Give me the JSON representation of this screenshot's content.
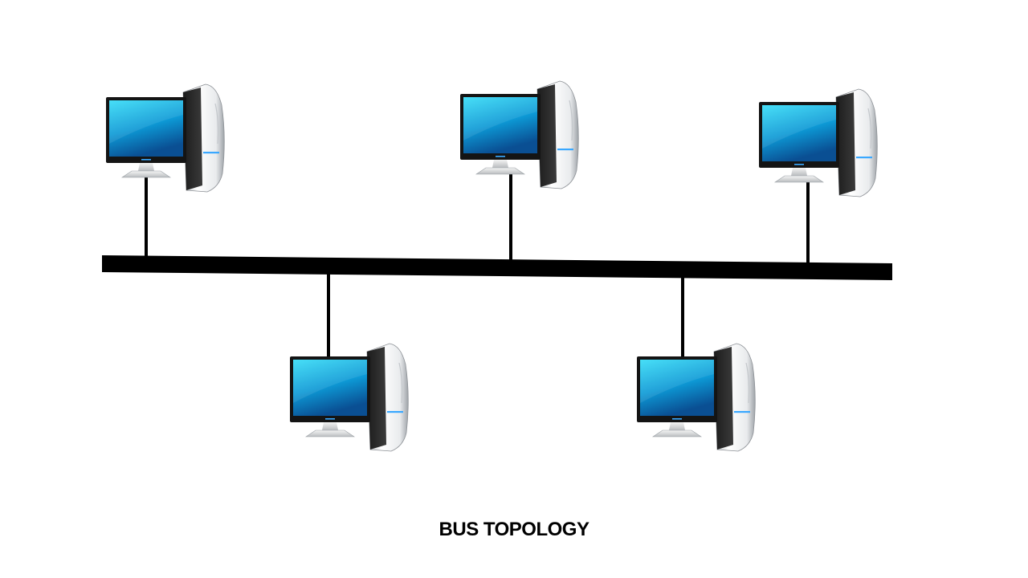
{
  "caption": "BUS TOPOLOGY",
  "nodes": [
    {
      "id": "pc-1",
      "icon": "desktop-computer-icon"
    },
    {
      "id": "pc-2",
      "icon": "desktop-computer-icon"
    },
    {
      "id": "pc-3",
      "icon": "desktop-computer-icon"
    },
    {
      "id": "pc-4",
      "icon": "desktop-computer-icon"
    },
    {
      "id": "pc-5",
      "icon": "desktop-computer-icon"
    }
  ],
  "colors": {
    "bus": "#000000",
    "screen_top": "#2bd0f2",
    "screen_bottom": "#0a5fa8",
    "tower": "#f2f2f2",
    "accent": "#3aa8ff"
  }
}
